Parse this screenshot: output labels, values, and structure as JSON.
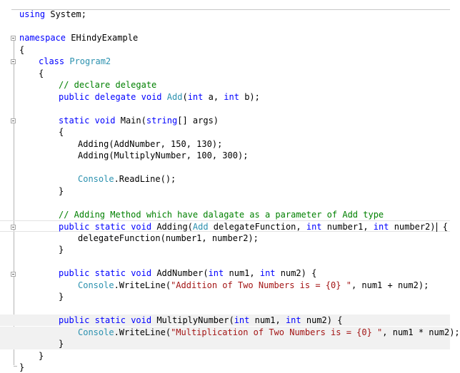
{
  "editor": {
    "lines": [
      [
        {
          "t": "using",
          "c": "kw"
        },
        {
          "t": " System;",
          "c": ""
        }
      ],
      [],
      [
        {
          "t": "namespace",
          "c": "kw"
        },
        {
          "t": " EHindyExample",
          "c": ""
        }
      ],
      [
        {
          "t": "{",
          "c": ""
        }
      ],
      [
        {
          "t": "class",
          "c": "kw"
        },
        {
          "t": " ",
          "c": ""
        },
        {
          "t": "Program2",
          "c": "ty"
        }
      ],
      [
        {
          "t": "{",
          "c": ""
        }
      ],
      [
        {
          "t": "// declare delegate",
          "c": "cm"
        }
      ],
      [
        {
          "t": "public",
          "c": "kw"
        },
        {
          "t": " ",
          "c": ""
        },
        {
          "t": "delegate",
          "c": "kw"
        },
        {
          "t": " ",
          "c": ""
        },
        {
          "t": "void",
          "c": "kw"
        },
        {
          "t": " ",
          "c": ""
        },
        {
          "t": "Add",
          "c": "ty"
        },
        {
          "t": "(",
          "c": ""
        },
        {
          "t": "int",
          "c": "kw"
        },
        {
          "t": " a, ",
          "c": ""
        },
        {
          "t": "int",
          "c": "kw"
        },
        {
          "t": " b);",
          "c": ""
        }
      ],
      [],
      [
        {
          "t": "static",
          "c": "kw"
        },
        {
          "t": " ",
          "c": ""
        },
        {
          "t": "void",
          "c": "kw"
        },
        {
          "t": " Main(",
          "c": ""
        },
        {
          "t": "string",
          "c": "kw"
        },
        {
          "t": "[] args)",
          "c": ""
        }
      ],
      [
        {
          "t": "{",
          "c": ""
        }
      ],
      [
        {
          "t": "Adding(AddNumber, 150, 130);",
          "c": ""
        }
      ],
      [
        {
          "t": "Adding(MultiplyNumber, 100, 300);",
          "c": ""
        }
      ],
      [],
      [
        {
          "t": "Console",
          "c": "ty"
        },
        {
          "t": ".ReadLine();",
          "c": ""
        }
      ],
      [
        {
          "t": "}",
          "c": ""
        }
      ],
      [],
      [
        {
          "t": "// Adding Method which have dalagate as a parameter of Add type",
          "c": "cm"
        }
      ],
      [
        {
          "t": "public",
          "c": "kw"
        },
        {
          "t": " ",
          "c": ""
        },
        {
          "t": "static",
          "c": "kw"
        },
        {
          "t": " ",
          "c": ""
        },
        {
          "t": "void",
          "c": "kw"
        },
        {
          "t": " Adding(",
          "c": ""
        },
        {
          "t": "Add",
          "c": "ty"
        },
        {
          "t": " delegateFunction, ",
          "c": ""
        },
        {
          "t": "int",
          "c": "kw"
        },
        {
          "t": " number1, ",
          "c": ""
        },
        {
          "t": "int",
          "c": "kw"
        },
        {
          "t": " number2)",
          "c": ""
        },
        {
          "t": "|",
          "c": "caret"
        },
        {
          "t": " {",
          "c": ""
        }
      ],
      [
        {
          "t": "delegateFunction(number1, number2);",
          "c": ""
        }
      ],
      [
        {
          "t": "}",
          "c": ""
        }
      ],
      [],
      [
        {
          "t": "public",
          "c": "kw"
        },
        {
          "t": " ",
          "c": ""
        },
        {
          "t": "static",
          "c": "kw"
        },
        {
          "t": " ",
          "c": ""
        },
        {
          "t": "void",
          "c": "kw"
        },
        {
          "t": " AddNumber(",
          "c": ""
        },
        {
          "t": "int",
          "c": "kw"
        },
        {
          "t": " num1, ",
          "c": ""
        },
        {
          "t": "int",
          "c": "kw"
        },
        {
          "t": " num2) {",
          "c": ""
        }
      ],
      [
        {
          "t": "Console",
          "c": "ty"
        },
        {
          "t": ".WriteLine(",
          "c": ""
        },
        {
          "t": "\"Addition of Two Numbers is = {0} \"",
          "c": "st"
        },
        {
          "t": ", num1 + num2);",
          "c": ""
        }
      ],
      [
        {
          "t": "}",
          "c": ""
        }
      ],
      [],
      [
        {
          "t": "public",
          "c": "kw"
        },
        {
          "t": " ",
          "c": ""
        },
        {
          "t": "static",
          "c": "kw"
        },
        {
          "t": " ",
          "c": ""
        },
        {
          "t": "void",
          "c": "kw"
        },
        {
          "t": " MultiplyNumber(",
          "c": ""
        },
        {
          "t": "int",
          "c": "kw"
        },
        {
          "t": " num1, ",
          "c": ""
        },
        {
          "t": "int",
          "c": "kw"
        },
        {
          "t": " num2) {",
          "c": ""
        }
      ],
      [
        {
          "t": "Console",
          "c": "ty"
        },
        {
          "t": ".WriteLine(",
          "c": ""
        },
        {
          "t": "\"Multiplication of Two Numbers is = {0} \"",
          "c": "st"
        },
        {
          "t": ", num1 * num2);",
          "c": ""
        }
      ],
      [
        {
          "t": "}",
          "c": ""
        }
      ],
      [
        {
          "t": "}",
          "c": ""
        }
      ],
      [
        {
          "t": "}",
          "c": ""
        }
      ]
    ]
  }
}
